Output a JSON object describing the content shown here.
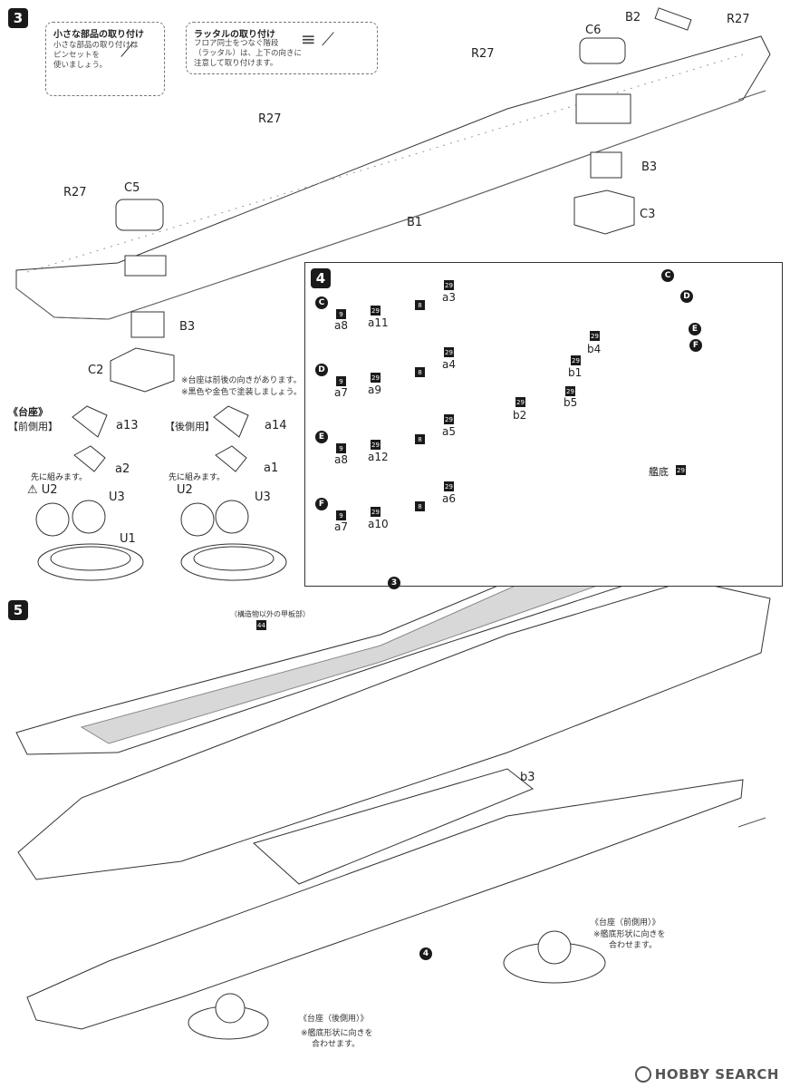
{
  "step3": {
    "number": "3",
    "tip_small_parts": {
      "title": "小さな部品の取り付け",
      "line1": "小さな部品の取り付けは",
      "line2": "ピンセットを",
      "line3": "使いましょう。"
    },
    "tip_ladder": {
      "title": "ラッタルの取り付け",
      "line1": "フロア同士をつなぐ階段",
      "line2": "（ラッタル）は、上下の向きに",
      "line3": "注意して取り付けます。"
    },
    "labels": {
      "b2": "B2",
      "r27_a": "R27",
      "c6": "C6",
      "r27_b": "R27",
      "r27_c": "R27",
      "r27_d": "R27",
      "c5": "C5",
      "b3_a": "B3",
      "c3": "C3",
      "b1": "B1",
      "b3_b": "B3",
      "c2": "C2"
    },
    "stand_note_line1": "※台座は前後の向きがあります。",
    "stand_note_line2": "※黒色や金色で塗装しましょう。"
  },
  "stands": {
    "heading": "《台座》",
    "front": {
      "title": "【前側用】",
      "a13": "a13",
      "a2": "a2",
      "pre_assemble": "先に組みます。",
      "u2": "U2",
      "u3": "U3",
      "u1": "U1"
    },
    "rear": {
      "title": "【後側用】",
      "a14": "a14",
      "a1": "a1",
      "pre_assemble": "先に組みます。",
      "u2": "U2",
      "u3": "U3"
    }
  },
  "step4": {
    "number": "4",
    "rows": [
      {
        "letter": "C",
        "c1": "9",
        "p1": "a8",
        "c2": "29",
        "p2": "a11",
        "c3": "8",
        "c4": "29",
        "p3": "a3"
      },
      {
        "letter": "D",
        "c1": "9",
        "p1": "a7",
        "c2": "29",
        "p2": "a9",
        "c3": "8",
        "c4": "29",
        "p3": "a4"
      },
      {
        "letter": "E",
        "c1": "9",
        "p1": "a8",
        "c2": "29",
        "p2": "a12",
        "c3": "8",
        "c4": "29",
        "p3": "a5"
      },
      {
        "letter": "F",
        "c1": "9",
        "p1": "a7",
        "c2": "29",
        "p2": "a10",
        "c3": "8",
        "c4": "29",
        "p3": "a6"
      }
    ],
    "hull_letters": [
      "C",
      "D",
      "E",
      "F"
    ],
    "b4": "b4",
    "b4_color": "29",
    "b1": "b1",
    "b1_color": "29",
    "b5": "b5",
    "b5_color": "29",
    "b2": "b2",
    "b2_color": "29",
    "hull_bottom": "艦底",
    "hull_bottom_color": "29",
    "ref_step": "3"
  },
  "step5": {
    "number": "5",
    "deck_note": "（構造物以外の甲板部）",
    "deck_color": "44",
    "b3": "b3",
    "ref_step": "4",
    "front_stand": {
      "title": "《台座（前側用）》",
      "line1": "※艦底形状に向きを",
      "line2": "合わせます。"
    },
    "rear_stand": {
      "title": "《台座（後側用）》",
      "line1": "※艦底形状に向きを",
      "line2": "合わせます。"
    }
  },
  "footer": {
    "brand": "HOBBY SEARCH"
  },
  "colors": {
    "ink": "#222222",
    "deck_fill": "#d8d8d8",
    "hull_fill": "#c8c8c8",
    "panel_border": "#333333"
  }
}
